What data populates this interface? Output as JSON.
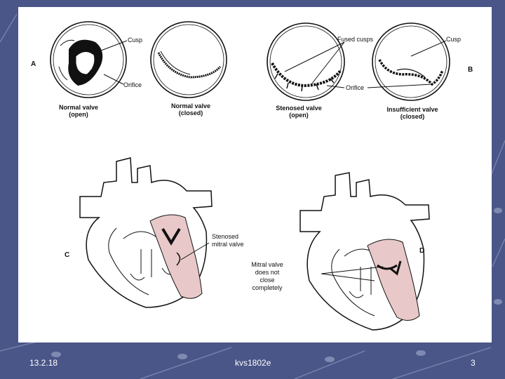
{
  "footer": {
    "date": "13.2.18",
    "author": "kvs1802e",
    "page_number": "3"
  },
  "figure": {
    "panel_a": "A",
    "panel_b": "B",
    "panel_c": "C",
    "panel_d": "D",
    "label_cusp_a": "Cusp",
    "label_orifice_a": "Orifice",
    "label_fused_cusps": "Fused cusps",
    "label_cusp_b": "Cusp",
    "label_orifice_b": "Orifice",
    "valve1_line1": "Normal valve",
    "valve1_line2": "(open)",
    "valve2_line1": "Normal valve",
    "valve2_line2": "(closed)",
    "valve3_line1": "Stenosed valve",
    "valve3_line2": "(open)",
    "valve4_line1": "Insufficient valve",
    "valve4_line2": "(closed)",
    "stenosed_line1": "Stenosed",
    "stenosed_line2": "mitral valve",
    "mitral_line1": "Mitral valve",
    "mitral_line2": "does not",
    "mitral_line3": "close",
    "mitral_line4": "completely"
  },
  "colors": {
    "background": "#4a5688",
    "pattern": "#8a93b8",
    "footer_text": "#ffffff",
    "heart_shading": "#e8c8c8"
  }
}
